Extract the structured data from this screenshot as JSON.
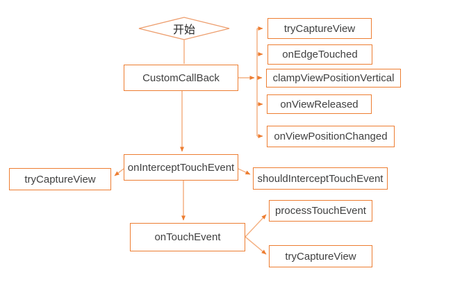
{
  "diagram": {
    "type": "flowchart",
    "colors": {
      "box_border": "#ED7D31",
      "box_fill": "#FFFFFF",
      "connector_line": "#F4B183",
      "arrowhead": "#ED7D31",
      "text": "#404040",
      "background": "#FFFFFF"
    },
    "nodes": {
      "start": {
        "label": "开始",
        "shape": "diamond"
      },
      "custom_callback": {
        "label": "CustomCallBack",
        "shape": "rect"
      },
      "try_capture_view_top": {
        "label": "tryCaptureView",
        "shape": "rect"
      },
      "on_edge_touched": {
        "label": "onEdgeTouched",
        "shape": "rect"
      },
      "clamp_view_position_vertical": {
        "label": "clampViewPositionVertical",
        "shape": "rect"
      },
      "on_view_released": {
        "label": "onViewReleased",
        "shape": "rect"
      },
      "on_view_position_changed": {
        "label": "onViewPositionChanged",
        "shape": "rect"
      },
      "on_intercept_touch_event": {
        "label": "onInterceptTouchEvent",
        "shape": "rect"
      },
      "try_capture_view_left": {
        "label": "tryCaptureView",
        "shape": "rect"
      },
      "should_intercept_touch_event": {
        "label": "shouldInterceptTouchEvent",
        "shape": "rect"
      },
      "on_touch_event": {
        "label": "onTouchEvent",
        "shape": "rect"
      },
      "process_touch_event": {
        "label": "processTouchEvent",
        "shape": "rect"
      },
      "try_capture_view_bottom": {
        "label": "tryCaptureView",
        "shape": "rect"
      }
    },
    "edges": [
      {
        "from": "start",
        "to": "custom_callback",
        "arrow": false
      },
      {
        "from": "custom_callback",
        "to": "try_capture_view_top",
        "arrow": true
      },
      {
        "from": "custom_callback",
        "to": "on_edge_touched",
        "arrow": true
      },
      {
        "from": "custom_callback",
        "to": "clamp_view_position_vertical",
        "arrow": true
      },
      {
        "from": "custom_callback",
        "to": "on_view_released",
        "arrow": true
      },
      {
        "from": "custom_callback",
        "to": "on_view_position_changed",
        "arrow": true
      },
      {
        "from": "custom_callback",
        "to": "on_intercept_touch_event",
        "arrow": true
      },
      {
        "from": "on_intercept_touch_event",
        "to": "try_capture_view_left",
        "arrow": true
      },
      {
        "from": "on_intercept_touch_event",
        "to": "should_intercept_touch_event",
        "arrow": true
      },
      {
        "from": "on_intercept_touch_event",
        "to": "on_touch_event",
        "arrow": true
      },
      {
        "from": "on_touch_event",
        "to": "process_touch_event",
        "arrow": true
      },
      {
        "from": "on_touch_event",
        "to": "try_capture_view_bottom",
        "arrow": true
      }
    ]
  }
}
